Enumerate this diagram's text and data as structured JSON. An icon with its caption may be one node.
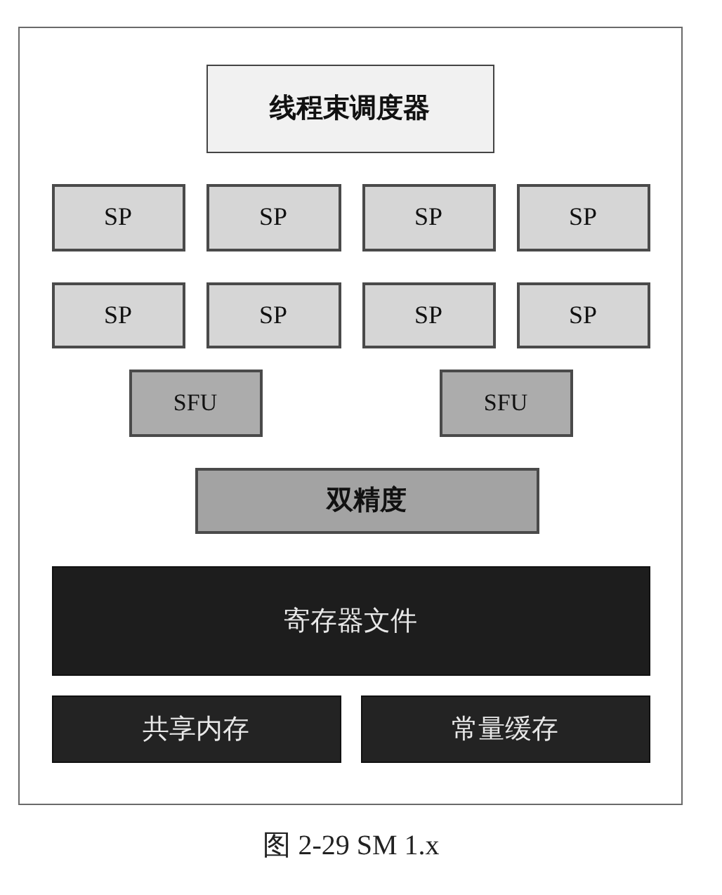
{
  "diagram": {
    "caption": "图 2-29 SM 1.x",
    "nodes": [
      {
        "text": [],
        "shape": "box"
      },
      {
        "text": [
          "线程束调度器"
        ],
        "in": 0
      },
      {
        "text": [
          "SP"
        ],
        "in": 0
      },
      {
        "text": [
          "SP"
        ],
        "in": 0
      },
      {
        "text": [
          "SP"
        ],
        "in": 0
      },
      {
        "text": [
          "SP"
        ],
        "in": 0
      },
      {
        "text": [
          "SP"
        ],
        "in": 0
      },
      {
        "text": [
          "SP"
        ],
        "in": 0
      },
      {
        "text": [
          "SP"
        ],
        "in": 0
      },
      {
        "text": [
          "SP"
        ],
        "in": 0
      },
      {
        "text": [
          "SFU"
        ],
        "in": 0
      },
      {
        "text": [
          "SFU"
        ],
        "in": 0
      },
      {
        "text": [
          "双精度"
        ],
        "in": 0
      },
      {
        "text": [
          "寄存器文件"
        ],
        "in": 0
      },
      {
        "text": [
          "共享内存"
        ],
        "in": 0
      },
      {
        "text": [
          "常量缓存"
        ],
        "in": 0
      }
    ]
  }
}
